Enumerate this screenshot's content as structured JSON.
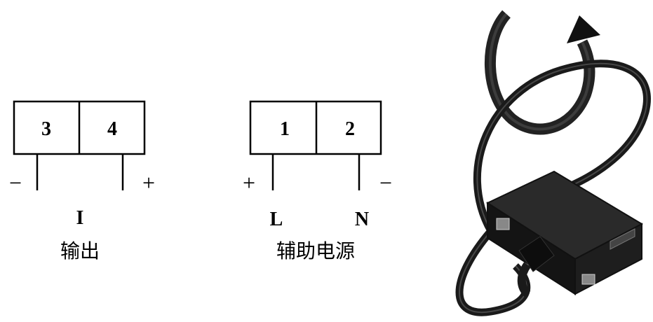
{
  "output_block": {
    "terminals": [
      "3",
      "4"
    ],
    "left_sign": "−",
    "right_sign": "+",
    "signal_label": "I",
    "caption": "输出"
  },
  "aux_block": {
    "terminals": [
      "1",
      "2"
    ],
    "left_sign": "+",
    "right_sign": "−",
    "left_label": "L",
    "right_label": "N",
    "caption": "辅助电源"
  },
  "sensor": {
    "icon": "rope-current-sensor-icon",
    "arrow_icon": "rotation-arrow-icon"
  }
}
